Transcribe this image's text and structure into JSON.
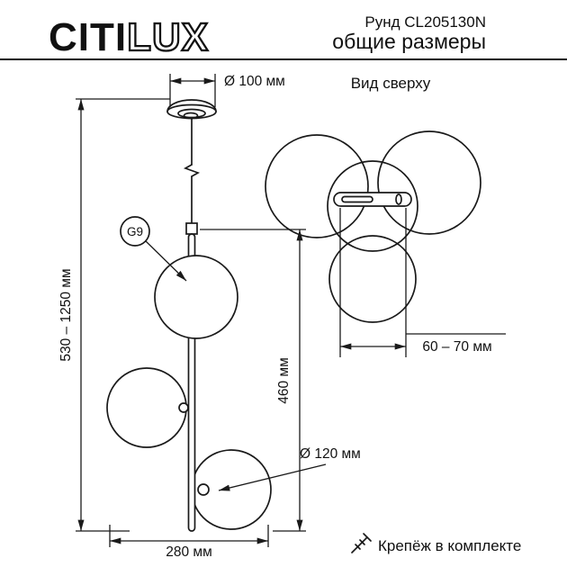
{
  "header": {
    "brand": {
      "solid": "CITI",
      "outline": "LUX"
    },
    "model": "Рунд CL205130N",
    "subtitle": "общие размеры"
  },
  "front_view": {
    "canopy_diameter_label": "Ø 100 мм",
    "height_range_label": "530 – 1250 мм",
    "body_height_label": "460 мм",
    "socket_label": "G9",
    "sphere_diameter_label": "Ø 120 мм",
    "width_label": "280 мм"
  },
  "top_view": {
    "title": "Вид сверху",
    "canopy_width_label": "60 – 70 мм"
  },
  "footer": {
    "note": "Крепёж в комплекте"
  },
  "colors": {
    "line": "#1a1a1a",
    "background": "#ffffff"
  }
}
